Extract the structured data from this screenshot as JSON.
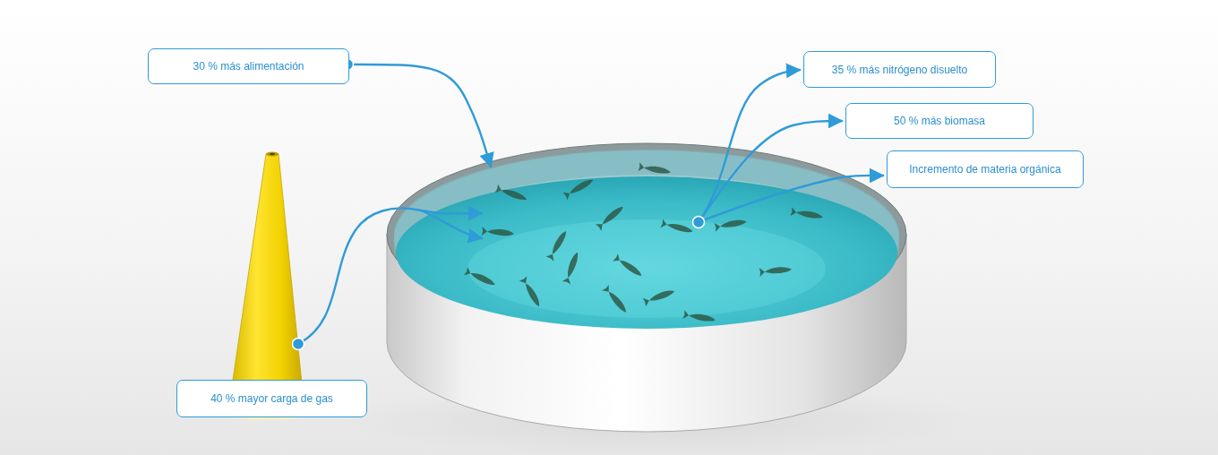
{
  "diagram": {
    "nodes": [
      {
        "text": [
          "30 % más alimentación"
        ]
      },
      {
        "text": [
          "35 % más nitrógeno disuelto"
        ]
      },
      {
        "text": [
          "50 % más biomasa"
        ]
      },
      {
        "text": [
          "Incremento de materia orgánica"
        ]
      },
      {
        "text": [
          "40 % mayor carga de gas"
        ]
      }
    ],
    "edges": []
  }
}
